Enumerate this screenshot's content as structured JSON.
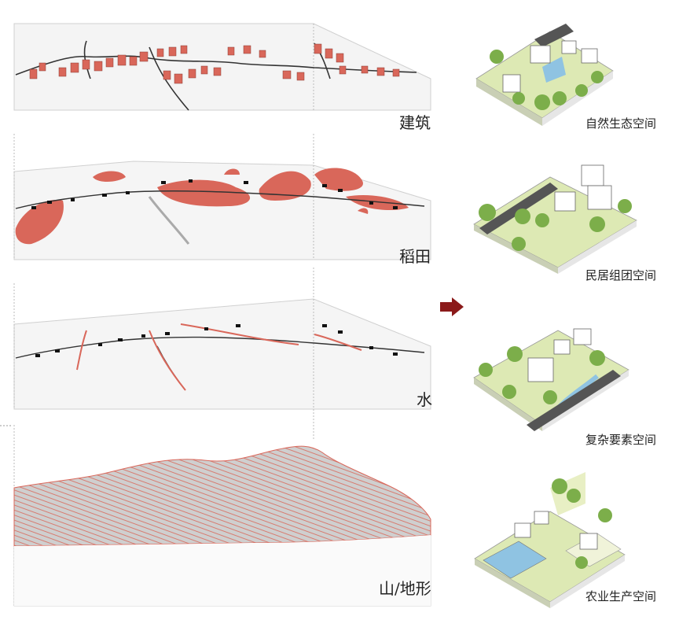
{
  "layers": [
    {
      "id": "buildings",
      "label": "建筑"
    },
    {
      "id": "paddy",
      "label": "稻田"
    },
    {
      "id": "water",
      "label": "水"
    },
    {
      "id": "terrain",
      "label": "山/地形"
    }
  ],
  "spaces": [
    {
      "id": "natural",
      "label": "自然生态空间"
    },
    {
      "id": "residential",
      "label": "民居组团空间"
    },
    {
      "id": "complex",
      "label": "复杂要素空间"
    },
    {
      "id": "agricultural",
      "label": "农业生产空间"
    }
  ],
  "colors": {
    "accent": "#d9675a",
    "arrow": "#8b1a1a",
    "road": "#333333",
    "grass": "#dde9b4",
    "tree": "#7cae4a",
    "water": "#8fc3e2"
  },
  "icons": {
    "arrow": "arrow-right-icon"
  }
}
